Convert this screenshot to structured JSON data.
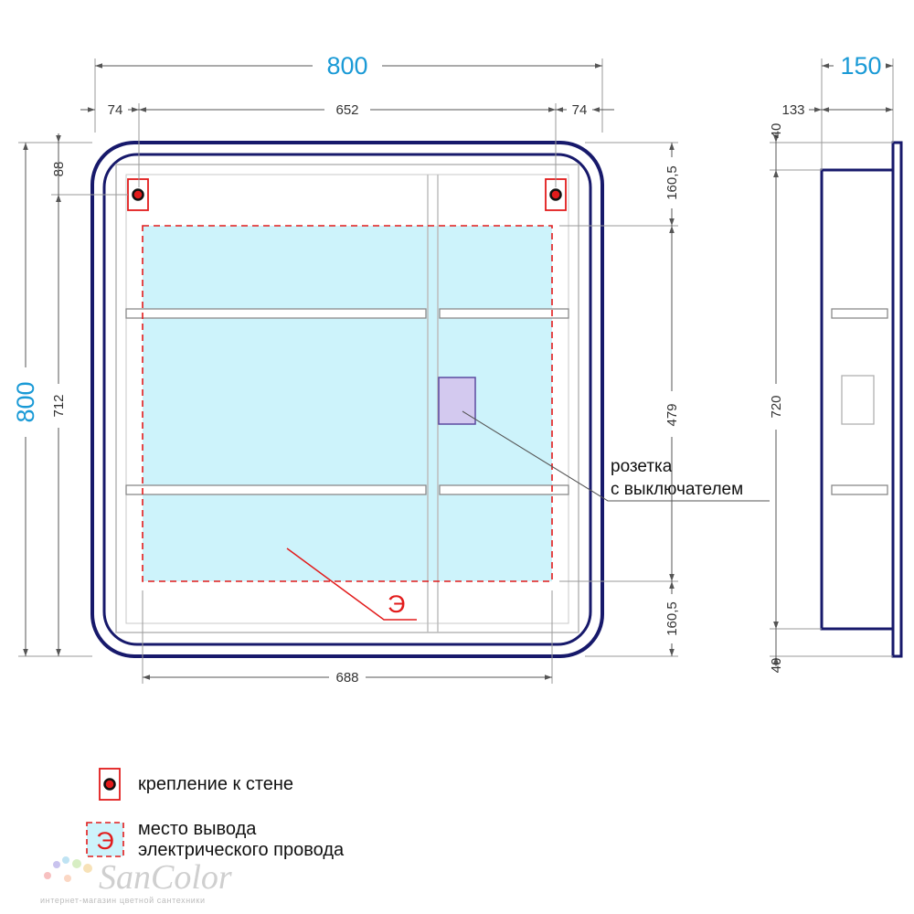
{
  "dimensions": {
    "front_total_width": "800",
    "front_total_height": "800",
    "side_margin_left": "74",
    "inner_width": "652",
    "side_margin_right": "74",
    "top_offset": "88",
    "mount_height": "712",
    "top_section": "160,5",
    "middle_section": "479",
    "bottom_section": "160,5",
    "bottom_width": "688",
    "side_depth": "150",
    "side_inner_depth": "133",
    "side_top": "40",
    "side_height": "720",
    "side_bottom": "40"
  },
  "callout": {
    "socket_line1": "розетка",
    "socket_line2": "с выключателем"
  },
  "markers": {
    "electric_symbol": "Э"
  },
  "legend": {
    "mount_label": "крепление к стене",
    "outlet_line1": "место вывода",
    "outlet_line2": "электрического провода",
    "outlet_symbol": "Э"
  },
  "watermark": {
    "brand": "SanColor",
    "tagline": "интернет-магазин цветной сантехники"
  },
  "colors": {
    "frame": "#17196b",
    "dimension_accent": "#1a9ad6",
    "electric_zone_fill": "#cdf3fb",
    "electric_zone_border": "#e21b1b",
    "socket_fill": "#d3c9ef",
    "socket_border": "#5b4ba0"
  }
}
